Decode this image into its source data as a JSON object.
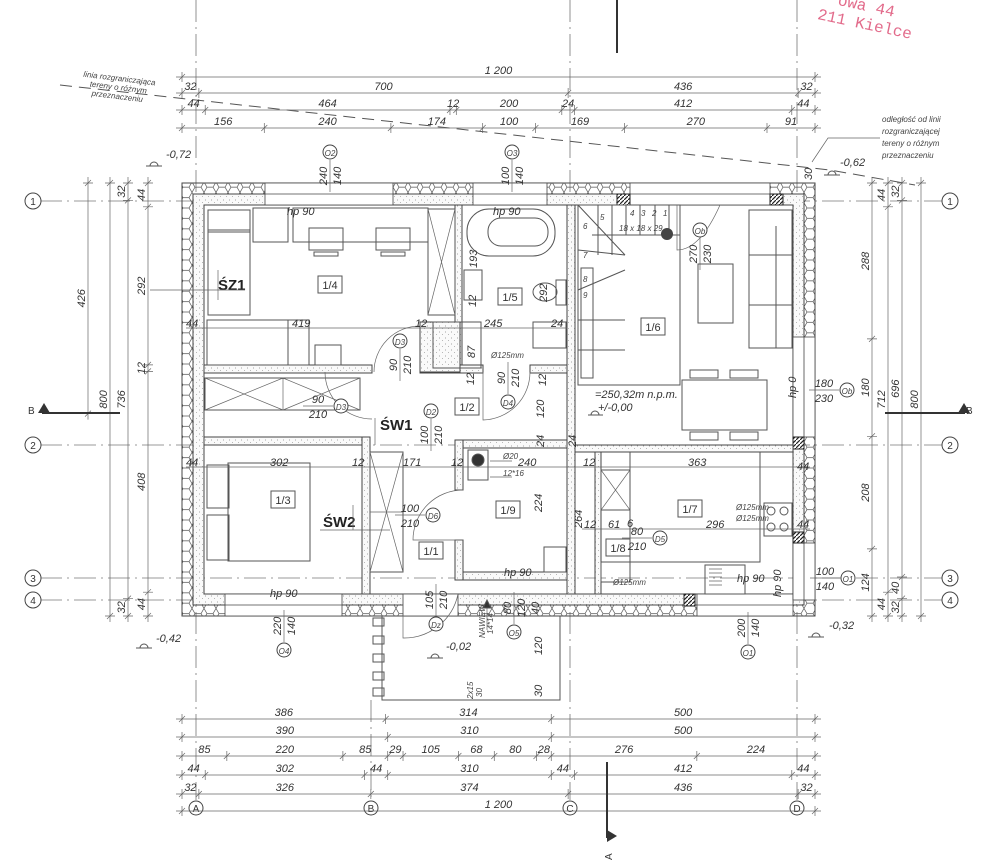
{
  "stamp": {
    "line1": "owa 44",
    "line2": "211 Kielce"
  },
  "axes": {
    "rows": [
      "1",
      "2",
      "3",
      "4"
    ],
    "cols": [
      "A",
      "B",
      "C",
      "D"
    ]
  },
  "sections": {
    "a": "A",
    "b": "B"
  },
  "dimensions": {
    "top": [
      [
        "1 200"
      ],
      [
        "32",
        "700",
        "436",
        "32"
      ],
      [
        "44",
        "464",
        "12",
        "200",
        "24",
        "412",
        "44"
      ],
      [
        "156",
        "240",
        "174",
        "100",
        "169",
        "270",
        "91"
      ]
    ],
    "bottom": [
      [
        "386",
        "314",
        "500"
      ],
      [
        "390",
        "310",
        "500"
      ],
      [
        "85",
        "220",
        "85",
        "29",
        "105",
        "68",
        "80",
        "28",
        "276",
        "224"
      ],
      [
        "44",
        "302",
        "44",
        "310",
        "44",
        "412",
        "44"
      ],
      [
        "32",
        "326",
        "374",
        "436",
        "32"
      ],
      [
        "1 200"
      ]
    ],
    "left": [
      [
        "426"
      ],
      [
        "800"
      ],
      [
        "32",
        "736",
        "32"
      ],
      [
        "44",
        "292",
        "12",
        "408",
        "44"
      ]
    ],
    "right": [
      [
        "288",
        "180",
        "208",
        "124"
      ],
      [
        "44",
        "712",
        "44"
      ],
      [
        "32",
        "696",
        "40",
        "32"
      ],
      [
        "800"
      ]
    ]
  },
  "notes": {
    "left_line": [
      "linia rozgraniczająca",
      "tereny o różnym",
      "przeznaczeniu"
    ],
    "right_line": [
      "odległość od linii",
      "rozgraniczającej",
      "tereny o różnym",
      "przeznaczeniu"
    ],
    "right_distance": "30"
  },
  "levels": {
    "nw": "-0,72",
    "ne": "-0,62",
    "sw": "-0,42",
    "se": "-0,32",
    "porch": "-0,02",
    "abs": "=250,32m n.p.m.",
    "zero": "+/-0,00"
  },
  "rooms": {
    "r11": "1/1",
    "r12": "1/2",
    "r13": "1/3",
    "r14": "1/4",
    "r15": "1/5",
    "r16": "1/6",
    "r17": "1/7",
    "r18": "1/8",
    "r19": "1/9"
  },
  "walls_marks": {
    "sz1": "ŚZ1",
    "sw1": "ŚW1",
    "sw2": "ŚW2"
  },
  "openings": {
    "o2": {
      "id": "O2",
      "w": "240",
      "h": "140"
    },
    "o3": {
      "id": "O3",
      "w": "100",
      "h": "140"
    },
    "o4": {
      "id": "O4",
      "w": "220",
      "h": "140"
    },
    "o1": {
      "id": "O1",
      "w": "200",
      "h": "140"
    },
    "o1r": {
      "id": "O1",
      "w": "100",
      "h": "140"
    },
    "o5": {
      "id": "O5",
      "w": "80",
      "h": "120",
      "s": "40"
    },
    "ob_top": {
      "id": "Ob",
      "w": "270",
      "h": "230"
    },
    "ob_right": {
      "id": "Ob",
      "w": "180",
      "h": "230"
    },
    "d3a": {
      "id": "D3",
      "w": "90",
      "h": "210"
    },
    "d3b": {
      "id": "D3",
      "w": "90",
      "h": "210"
    },
    "d2": {
      "id": "D2",
      "w": "100",
      "h": "210"
    },
    "d4": {
      "id": "D4",
      "w": "90",
      "h": "210"
    },
    "d6": {
      "id": "D6",
      "w": "100",
      "h": "210"
    },
    "dz": {
      "id": "Dz",
      "w": "105",
      "h": "210"
    },
    "d5": {
      "id": "D5",
      "w": "80",
      "h": "210"
    }
  },
  "labels": {
    "hp90": "hp 90",
    "hp0": "hp 0",
    "i419": "419",
    "i44": "44",
    "i12": "12",
    "i245": "245",
    "i24": "24",
    "i302": "302",
    "i171": "171",
    "i240": "240",
    "i363": "363",
    "i296": "296",
    "i61": "61",
    "i6": "6",
    "i193": "193",
    "i292": "292",
    "i87": "87",
    "i120": "120",
    "i224": "224",
    "i264": "264",
    "i30": "30",
    "stair_x": "2x15",
    "stair_h": "30",
    "duct": "Ø125mm",
    "flue": "Ø20",
    "vent": "12*16",
    "nawiew": "NAWIEW",
    "nawiew_size": "14*14",
    "stairs": "18 x 18 x 29",
    "steps": [
      "1",
      "2",
      "3",
      "4",
      "5",
      "6",
      "7",
      "8",
      "9"
    ]
  }
}
